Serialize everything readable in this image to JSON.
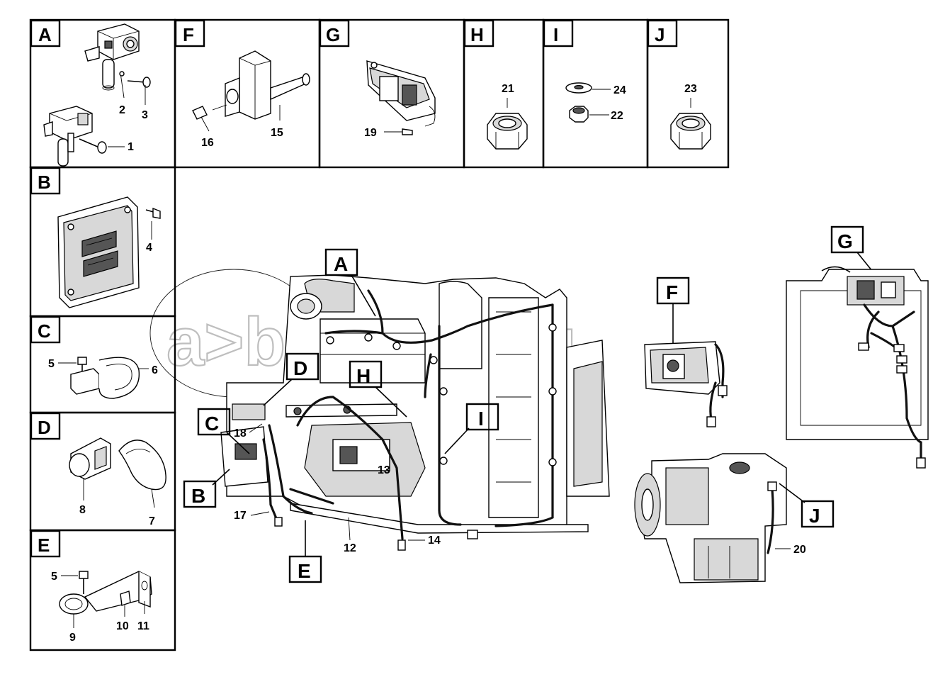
{
  "watermark": "a>biopiter.ru",
  "panels": [
    {
      "letter": "A",
      "numbers": [
        "2",
        "3",
        "1"
      ]
    },
    {
      "letter": "F",
      "numbers": [
        "16",
        "15"
      ]
    },
    {
      "letter": "G",
      "numbers": [
        "19"
      ]
    },
    {
      "letter": "H",
      "numbers": [
        "21"
      ]
    },
    {
      "letter": "I",
      "numbers": [
        "24",
        "22"
      ]
    },
    {
      "letter": "J",
      "numbers": [
        "23"
      ]
    },
    {
      "letter": "B",
      "numbers": [
        "4"
      ]
    },
    {
      "letter": "C",
      "numbers": [
        "5",
        "6"
      ]
    },
    {
      "letter": "D",
      "numbers": [
        "8",
        "7"
      ]
    },
    {
      "letter": "E",
      "numbers": [
        "5",
        "9",
        "10",
        "11"
      ]
    }
  ],
  "callouts": {
    "A": "A",
    "B": "B",
    "C": "C",
    "D": "D",
    "E": "E",
    "F": "F",
    "G": "G",
    "H": "H",
    "I": "I",
    "J": "J"
  },
  "main_numbers": {
    "n18": "18",
    "n17": "17",
    "n12": "12",
    "n13": "13",
    "n14": "14",
    "n20": "20"
  }
}
